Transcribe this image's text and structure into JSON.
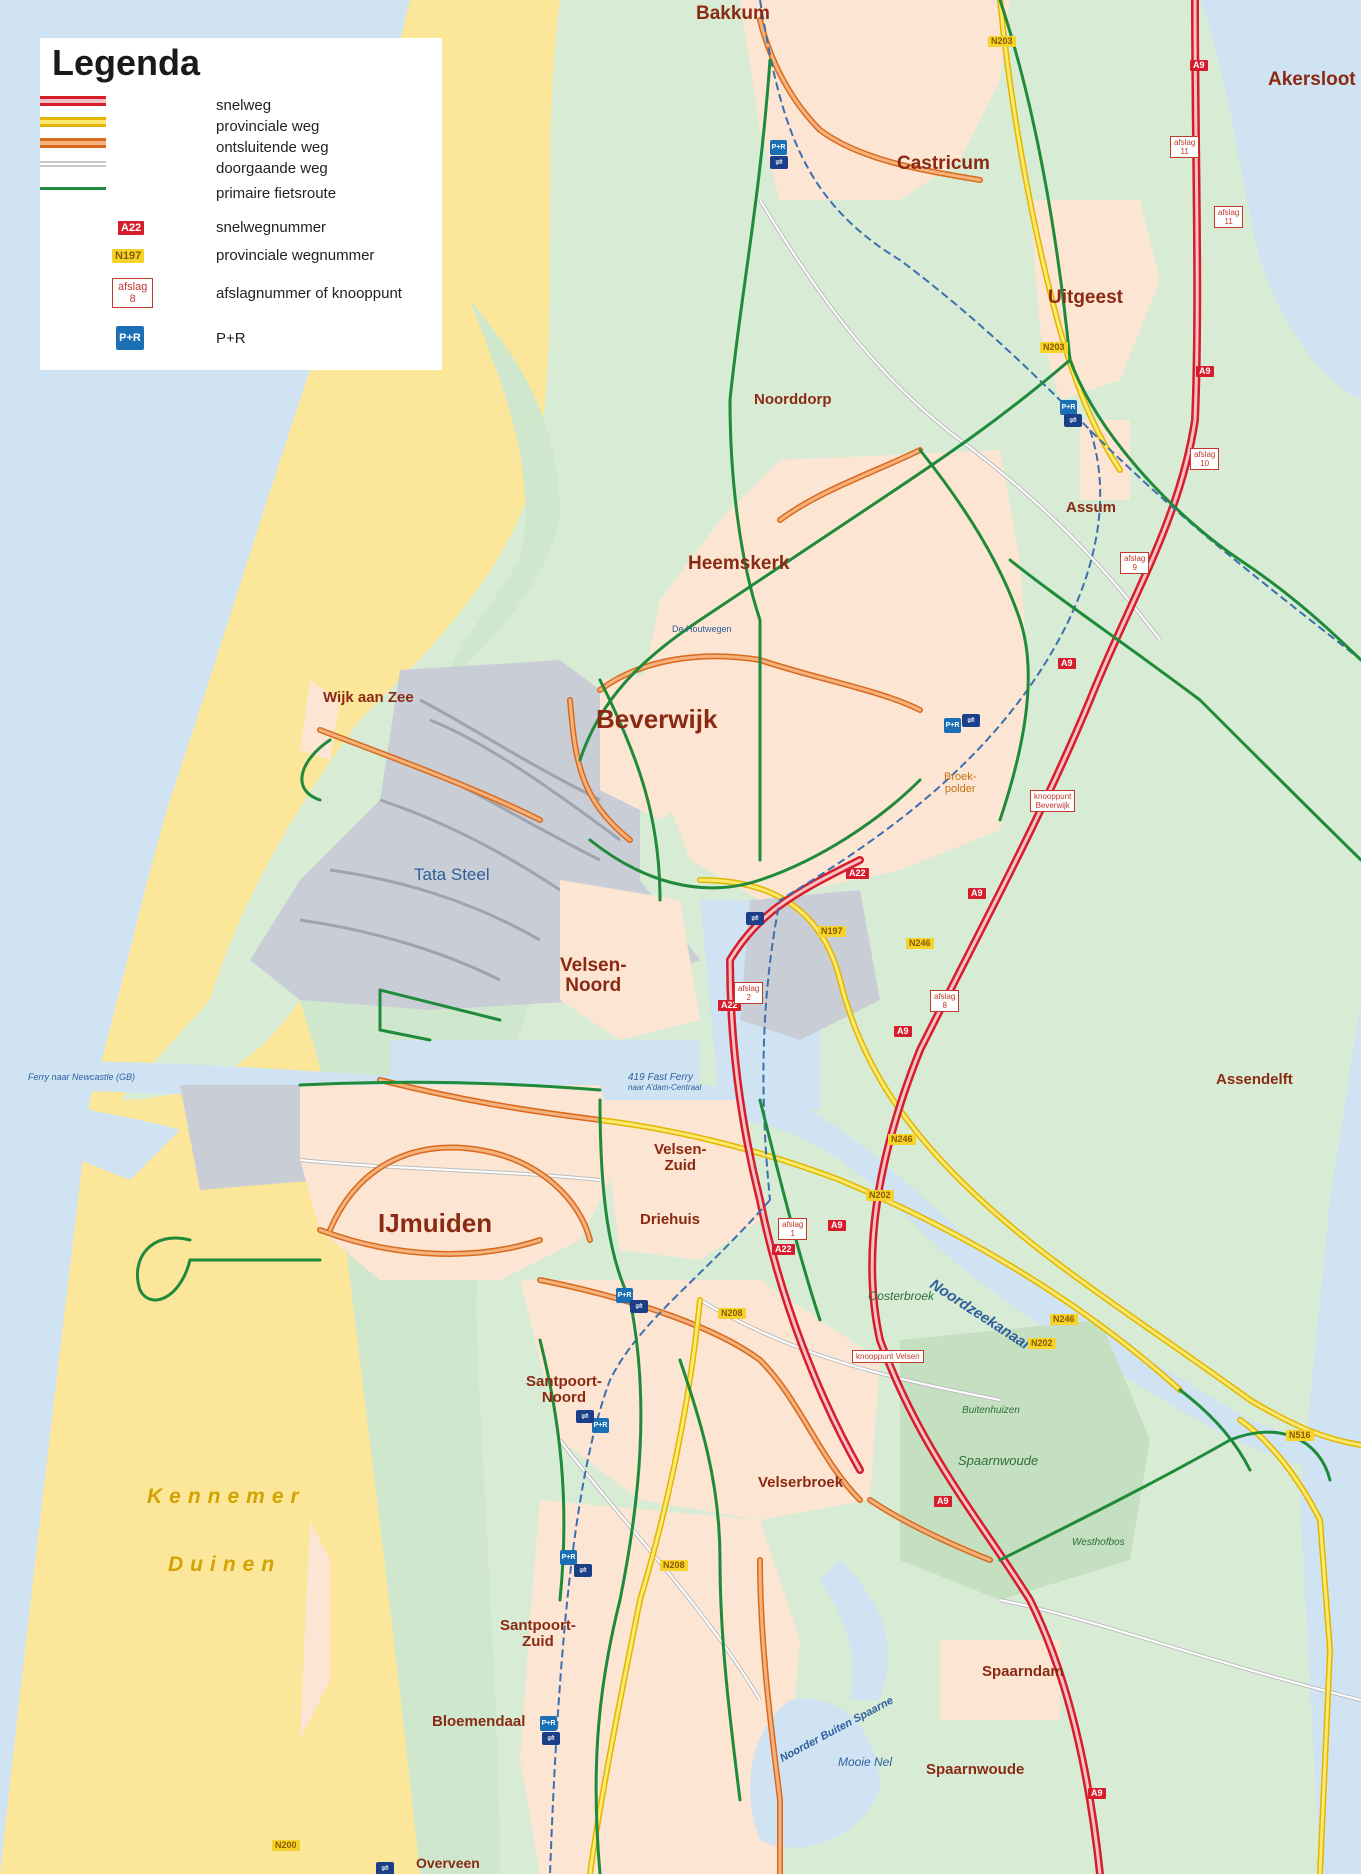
{
  "legend": {
    "title": "Legenda",
    "items": [
      {
        "label": "snelweg",
        "symbol": "motorway-line",
        "colors": [
          "#d61d2b",
          "#f7c2c6"
        ]
      },
      {
        "label": "provinciale weg",
        "symbol": "provincial-road-line",
        "colors": [
          "#e3b400",
          "#fbea6e"
        ]
      },
      {
        "label": "ontsluitende weg",
        "symbol": "access-road-line",
        "colors": [
          "#d86a1e",
          "#f6b27c"
        ]
      },
      {
        "label": "doorgaande weg",
        "symbol": "through-road-line",
        "colors": [
          "#c8c8c8",
          "#ffffff"
        ]
      },
      {
        "label": "primaire fietsroute",
        "symbol": "cycle-route-line",
        "colors": [
          "#1e8a3a"
        ]
      },
      {
        "label": "snelwegnummer",
        "symbol": "motorway-number-badge",
        "badge": "A22"
      },
      {
        "label": "provinciale wegnummer",
        "symbol": "provincial-number-badge",
        "badge": "N197"
      },
      {
        "label": "afslagnummer of knooppunt",
        "symbol": "exit-number-sign",
        "badge_lines": [
          "afslag",
          "8"
        ]
      },
      {
        "label": "P+R",
        "symbol": "park-and-ride-icon",
        "badge": "P+R"
      }
    ]
  },
  "places": {
    "bakkum": "Bakkum",
    "akersloot": "Akersloot",
    "castricum": "Castricum",
    "uitgeest": "Uitgeest",
    "noorddorp": "Noorddorp",
    "assum": "Assum",
    "heemskerk": "Heemskerk",
    "beverwijk": "Beverwijk",
    "wijk_aan_zee": "Wijk aan Zee",
    "tata_steel": "Tata Steel",
    "velsen_noord": "Velsen-\nNoord",
    "velsen_zuid": "Velsen-\nZuid",
    "driehuis": "Driehuis",
    "ijmuiden": "IJmuiden",
    "assendelft": "Assendelft",
    "kennemer": "Kennemer",
    "duinen": "Duinen",
    "santpoort_noord": "Santpoort-\nNoord",
    "velserbroek": "Velserbroek",
    "santpoort_zuid": "Santpoort-\nZuid",
    "spaarndam": "Spaarndam",
    "bloemendaal": "Bloemendaal",
    "spaarnwoude": "Spaarnwoude",
    "spaarnwoude_park": "Spaarnwoude",
    "overveen": "Overveen",
    "broekpolder": "Broek-\npolder",
    "de_houtwegen": "De Houtwegen",
    "oosterbroek": "Oosterbroek",
    "buitenhuizen": "Buitenhuizen",
    "westhofbos": "Westhofbos",
    "mooie_nel": "Mooie Nel",
    "noordzeekanaal": "Noordzeekanaal",
    "buiten_spaarne": "Noorder Buiten Spaarne",
    "ferry_newcastle": "Ferry naar Newcastle (GB)",
    "fast_ferry": "419 Fast Ferry",
    "fast_ferry_sub": "naar A'dam-Centraal"
  },
  "road_numbers": {
    "a9_1": "A9",
    "a9_2": "A9",
    "a9_3": "A9",
    "a9_4": "A9",
    "a9_5": "A9",
    "a9_6": "A9",
    "a9_7": "A9",
    "a9_8": "A9",
    "a22_1": "A22",
    "a22_2": "A22",
    "a22_3": "A22",
    "n197": "N197",
    "n246_1": "N246",
    "n246_2": "N246",
    "n202_1": "N202",
    "n202_2": "N202",
    "n203": "N203",
    "n208": "N208",
    "n208_2": "N208",
    "n516": "N516",
    "n246_3": "N246",
    "n200": "N200",
    "n203b": "N203"
  },
  "exits": {
    "e11a": [
      "afslag",
      "11"
    ],
    "e11b": [
      "afslag",
      "11"
    ],
    "e10": [
      "afslag",
      "10"
    ],
    "e9": [
      "afslag",
      "9"
    ],
    "e8": [
      "afslag",
      "8"
    ],
    "e2": [
      "afslag",
      "2"
    ],
    "e1": [
      "afslag",
      "1"
    ],
    "kp_beverwijk": [
      "knooppunt",
      "Beverwijk"
    ],
    "kp_velsen": [
      "knooppunt Velsen"
    ]
  },
  "colors": {
    "sea": "#cfe3f3",
    "dunes": "#fbe69a",
    "green": "#d8ecd5",
    "urban": "#fce5d2",
    "industry": "#c9ced6",
    "motorway": "#d61d2b",
    "provincial": "#e3b400",
    "access": "#d86a1e",
    "cycle": "#1e8a3a",
    "rail": "#3c6fb0"
  }
}
